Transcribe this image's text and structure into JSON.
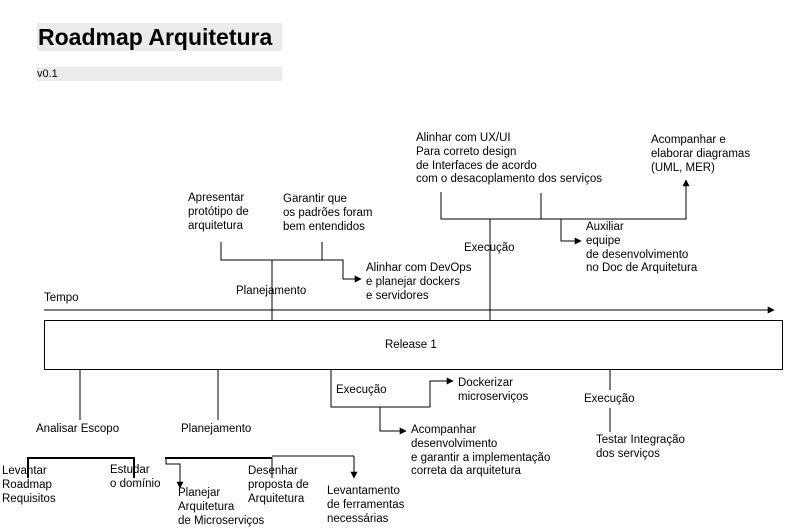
{
  "header": {
    "title": "Roadmap Arquitetura",
    "version": "v0.1"
  },
  "timeline": {
    "axis_label": "Tempo",
    "release_label": "Release 1"
  },
  "upper": {
    "planejamento": {
      "label": "Planejamento",
      "item_apresentar": "Apresentar\nprotótipo de\narquitetura",
      "item_garantir": "Garantir que\nos padrões foram\nbem entendidos",
      "item_devops": "Alinhar com DevOps\ne planejar dockers\ne servidores"
    },
    "execucao": {
      "label": "Execução",
      "item_ux": "Alinhar com UX/UI\nPara correto design\nde Interfaces de acordo\ncom o desacoplamento dos serviços",
      "item_diagramas": "Acompanhar e\nelaborar diagramas\n(UML, MER)",
      "item_auxiliar": "Auxiliar\nequipe\nde desenvolvimento\nno Doc de Arquitetura"
    }
  },
  "lower": {
    "analisar": {
      "label": "Analisar Escopo",
      "item_levantar": "Levantar\nRoadmap\nRequisitos",
      "item_estudar": "Estudar\no domínio"
    },
    "planejamento": {
      "label": "Planejamento",
      "item_planejar": "Planejar\nArquitetura\nde Microserviços",
      "item_desenhar": "Desenhar\nproposta de\nArquitetura",
      "item_levantamento": "Levantamento\nde ferramentas\nnecessárias"
    },
    "execucao1": {
      "label": "Execução",
      "item_dockerizar": "Dockerizar\nmicroserviços",
      "item_acompanhar": "Acompanhar\ndesenvolvimento\ne garantir a implementação\ncorreta da arquitetura"
    },
    "execucao2": {
      "label": "Execução",
      "item_testar": "Testar Integração\ndos serviços"
    }
  }
}
